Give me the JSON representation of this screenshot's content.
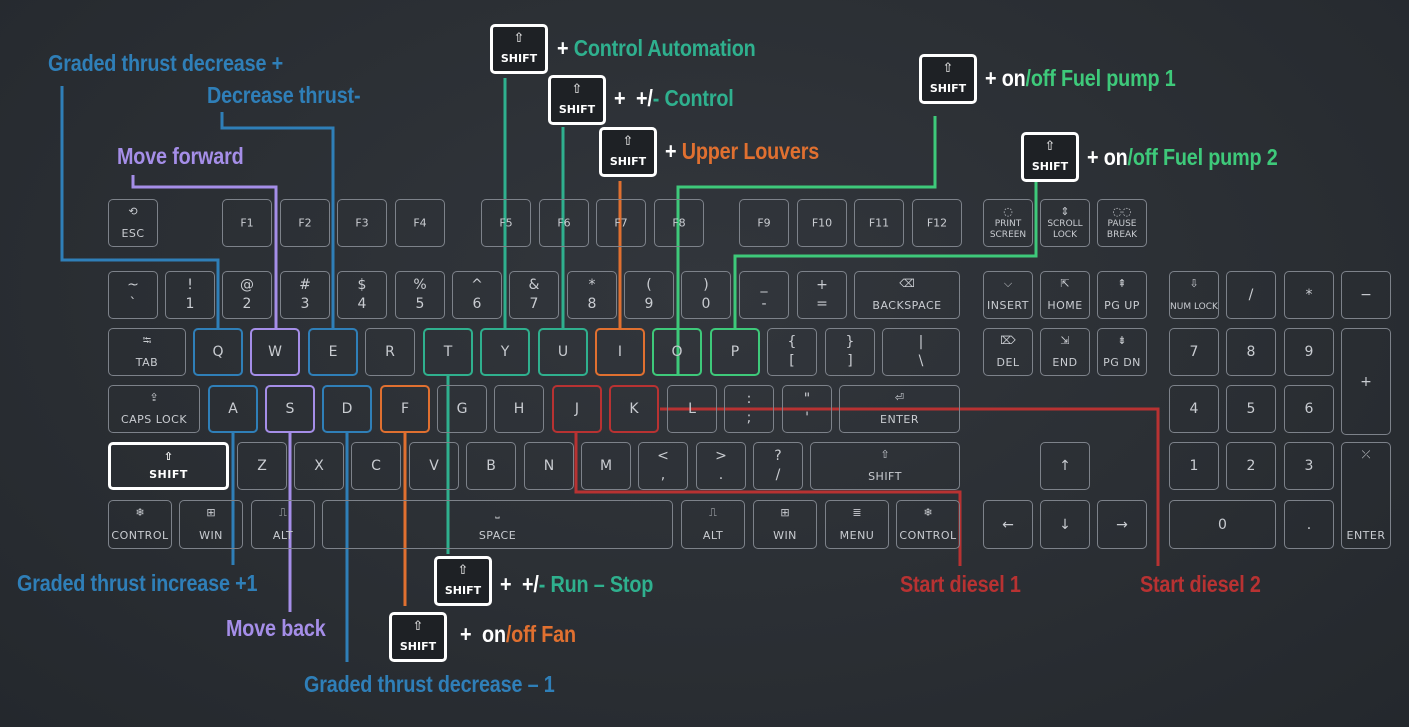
{
  "colors": {
    "blue": "#2f7fb8",
    "purple": "#a58ee8",
    "teal": "#2fb08e",
    "orange": "#e07030",
    "red": "#b83232",
    "green": "#3ec97a",
    "white": "#ffffff"
  },
  "shift_label": "SHIFT",
  "shift_icon": "shift-arrow-icon",
  "keys": {
    "esc": "ESC",
    "f1": "F1",
    "f2": "F2",
    "f3": "F3",
    "f4": "F4",
    "f5": "F5",
    "f6": "F6",
    "f7": "F7",
    "f8": "F8",
    "f9": "F9",
    "f10": "F10",
    "f11": "F11",
    "f12": "F12",
    "print_screen": "PRINT SCREEN",
    "scroll_lock": "SCROLL LOCK",
    "pause_break": "PAUSE BREAK",
    "tilde_top": "~",
    "tilde_bot": "`",
    "k1_top": "!",
    "k1_bot": "1",
    "k2_top": "@",
    "k2_bot": "2",
    "k3_top": "#",
    "k3_bot": "3",
    "k4_top": "$",
    "k4_bot": "4",
    "k5_top": "%",
    "k5_bot": "5",
    "k6_top": "^",
    "k6_bot": "6",
    "k7_top": "&",
    "k7_bot": "7",
    "k8_top": "*",
    "k8_bot": "8",
    "k9_top": "(",
    "k9_bot": "9",
    "k0_top": ")",
    "k0_bot": "0",
    "minus_top": "_",
    "minus_bot": "-",
    "eq_top": "+",
    "eq_bot": "=",
    "backspace": "BACKSPACE",
    "insert": "INSERT",
    "home": "HOME",
    "pgup": "PG UP",
    "numlock": "NUM LOCK",
    "np_div": "/",
    "np_mul": "*",
    "np_minus": "−",
    "tab": "TAB",
    "q": "Q",
    "w": "W",
    "e": "E",
    "r": "R",
    "t": "T",
    "y": "Y",
    "u": "U",
    "i": "I",
    "o": "O",
    "p": "P",
    "lbr_top": "{",
    "lbr_bot": "[",
    "rbr_top": "}",
    "rbr_bot": "]",
    "bsl_top": "|",
    "bsl_bot": "\\",
    "del": "DEL",
    "end": "END",
    "pgdn": "PG DN",
    "np7": "7",
    "np8": "8",
    "np9": "9",
    "np_plus": "+",
    "caps": "CAPS LOCK",
    "a": "A",
    "s": "S",
    "d": "D",
    "f": "F",
    "g": "G",
    "h": "H",
    "j": "J",
    "k": "K",
    "l": "L",
    "semi_top": ":",
    "semi_bot": ";",
    "quote_top": "\"",
    "quote_bot": "'",
    "enter": "ENTER",
    "np4": "4",
    "np5": "5",
    "np6": "6",
    "lshift": "SHIFT",
    "z": "Z",
    "x": "X",
    "c": "C",
    "v": "V",
    "b": "B",
    "n": "N",
    "m": "M",
    "comma_top": "<",
    "comma_bot": ",",
    "dot_top": ">",
    "dot_bot": ".",
    "slash_top": "?",
    "slash_bot": "/",
    "rshift": "SHIFT",
    "up": "↑",
    "np1": "1",
    "np2": "2",
    "np3": "3",
    "lctrl": "CONTROL",
    "lwin": "WIN",
    "lalt": "ALT",
    "space": "SPACE",
    "ralt": "ALT",
    "rwin": "WIN",
    "menu": "MENU",
    "rctrl": "CONTROL",
    "left": "←",
    "down": "↓",
    "right": "→",
    "np0": "0",
    "np_dot": ".",
    "np_enter": "ENTER"
  },
  "annotations": {
    "graded_dec_plus": "Graded thrust decrease +",
    "decrease_thrust": "Decrease thrust-",
    "move_forward": "Move forward",
    "graded_inc": "Graded thrust increase +1",
    "move_back": "Move back",
    "graded_dec_1": "Graded thrust decrease – 1",
    "ctrl_auto_plus": "+",
    "ctrl_auto": "Control Automation",
    "control_plus": "+",
    "control_pm": "+/",
    "control_minus": "-",
    "control": "Control",
    "louvers_plus": "+",
    "louvers": "Upper Louvers",
    "pump1_plus": "+",
    "pump1_on": "on",
    "pump1_off": "/off",
    "pump1": "Fuel pump 1",
    "pump2_plus": "+",
    "pump2_on": "on",
    "pump2_off": "/off",
    "pump2": "Fuel pump 2",
    "run_plus": "+",
    "run_pm": "+/",
    "run_minus": "-",
    "run": "Run – Stop",
    "fan_plus": "+",
    "fan_on": "on",
    "fan_off": "/off Fan",
    "diesel1": "Start diesel 1",
    "diesel2": "Start diesel 2"
  }
}
